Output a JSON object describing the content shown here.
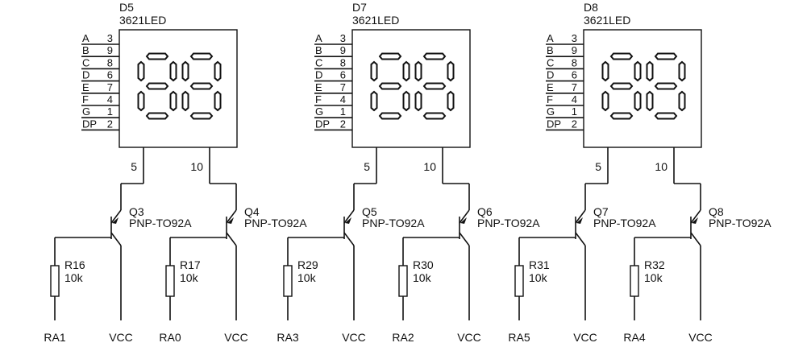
{
  "pin_rows": [
    {
      "name": "A",
      "num": "3"
    },
    {
      "name": "B",
      "num": "9"
    },
    {
      "name": "C",
      "num": "8"
    },
    {
      "name": "D",
      "num": "6"
    },
    {
      "name": "E",
      "num": "7"
    },
    {
      "name": "F",
      "num": "4"
    },
    {
      "name": "G",
      "num": "1"
    },
    {
      "name": "DP",
      "num": "2"
    }
  ],
  "digit_pin_left": "5",
  "digit_pin_right": "10",
  "displays": [
    {
      "ref": "D5",
      "part": "3621LED",
      "transistors": [
        {
          "ref": "Q3",
          "part": "PNP-TO92A",
          "resistor": "R16",
          "value": "10k",
          "signal": "RA1",
          "supply": "VCC"
        },
        {
          "ref": "Q4",
          "part": "PNP-TO92A",
          "resistor": "R17",
          "value": "10k",
          "signal": "RA0",
          "supply": "VCC"
        }
      ]
    },
    {
      "ref": "D7",
      "part": "3621LED",
      "transistors": [
        {
          "ref": "Q5",
          "part": "PNP-TO92A",
          "resistor": "R29",
          "value": "10k",
          "signal": "RA3",
          "supply": "VCC"
        },
        {
          "ref": "Q6",
          "part": "PNP-TO92A",
          "resistor": "R30",
          "value": "10k",
          "signal": "RA2",
          "supply": "VCC"
        }
      ]
    },
    {
      "ref": "D8",
      "part": "3621LED",
      "transistors": [
        {
          "ref": "Q7",
          "part": "PNP-TO92A",
          "resistor": "R31",
          "value": "10k",
          "signal": "RA5",
          "supply": "VCC"
        },
        {
          "ref": "Q8",
          "part": "PNP-TO92A",
          "resistor": "R32",
          "value": "10k",
          "signal": "RA4",
          "supply": "VCC"
        }
      ]
    }
  ]
}
